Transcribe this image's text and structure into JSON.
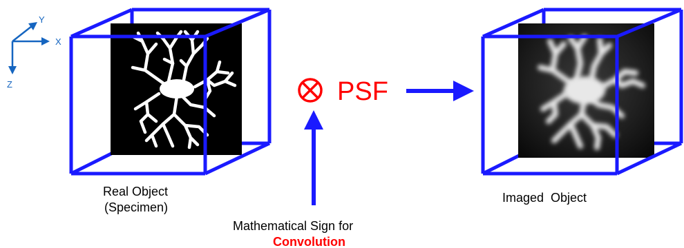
{
  "axes": {
    "x": "X",
    "y": "Y",
    "z": "Z"
  },
  "operator": {
    "symbol": "⊗",
    "psf": "PSF"
  },
  "labels": {
    "real_line1": "Real Object",
    "real_line2": "(Specimen)",
    "imaged": "Imaged  Object",
    "math_line1": "Mathematical Sign for",
    "math_line2": "Convolution"
  },
  "colors": {
    "box": "#1a1aff",
    "accent": "#ff0000",
    "axes": "#1565c0",
    "specimen_bg": "#000000",
    "neuron": "#ffffff"
  }
}
